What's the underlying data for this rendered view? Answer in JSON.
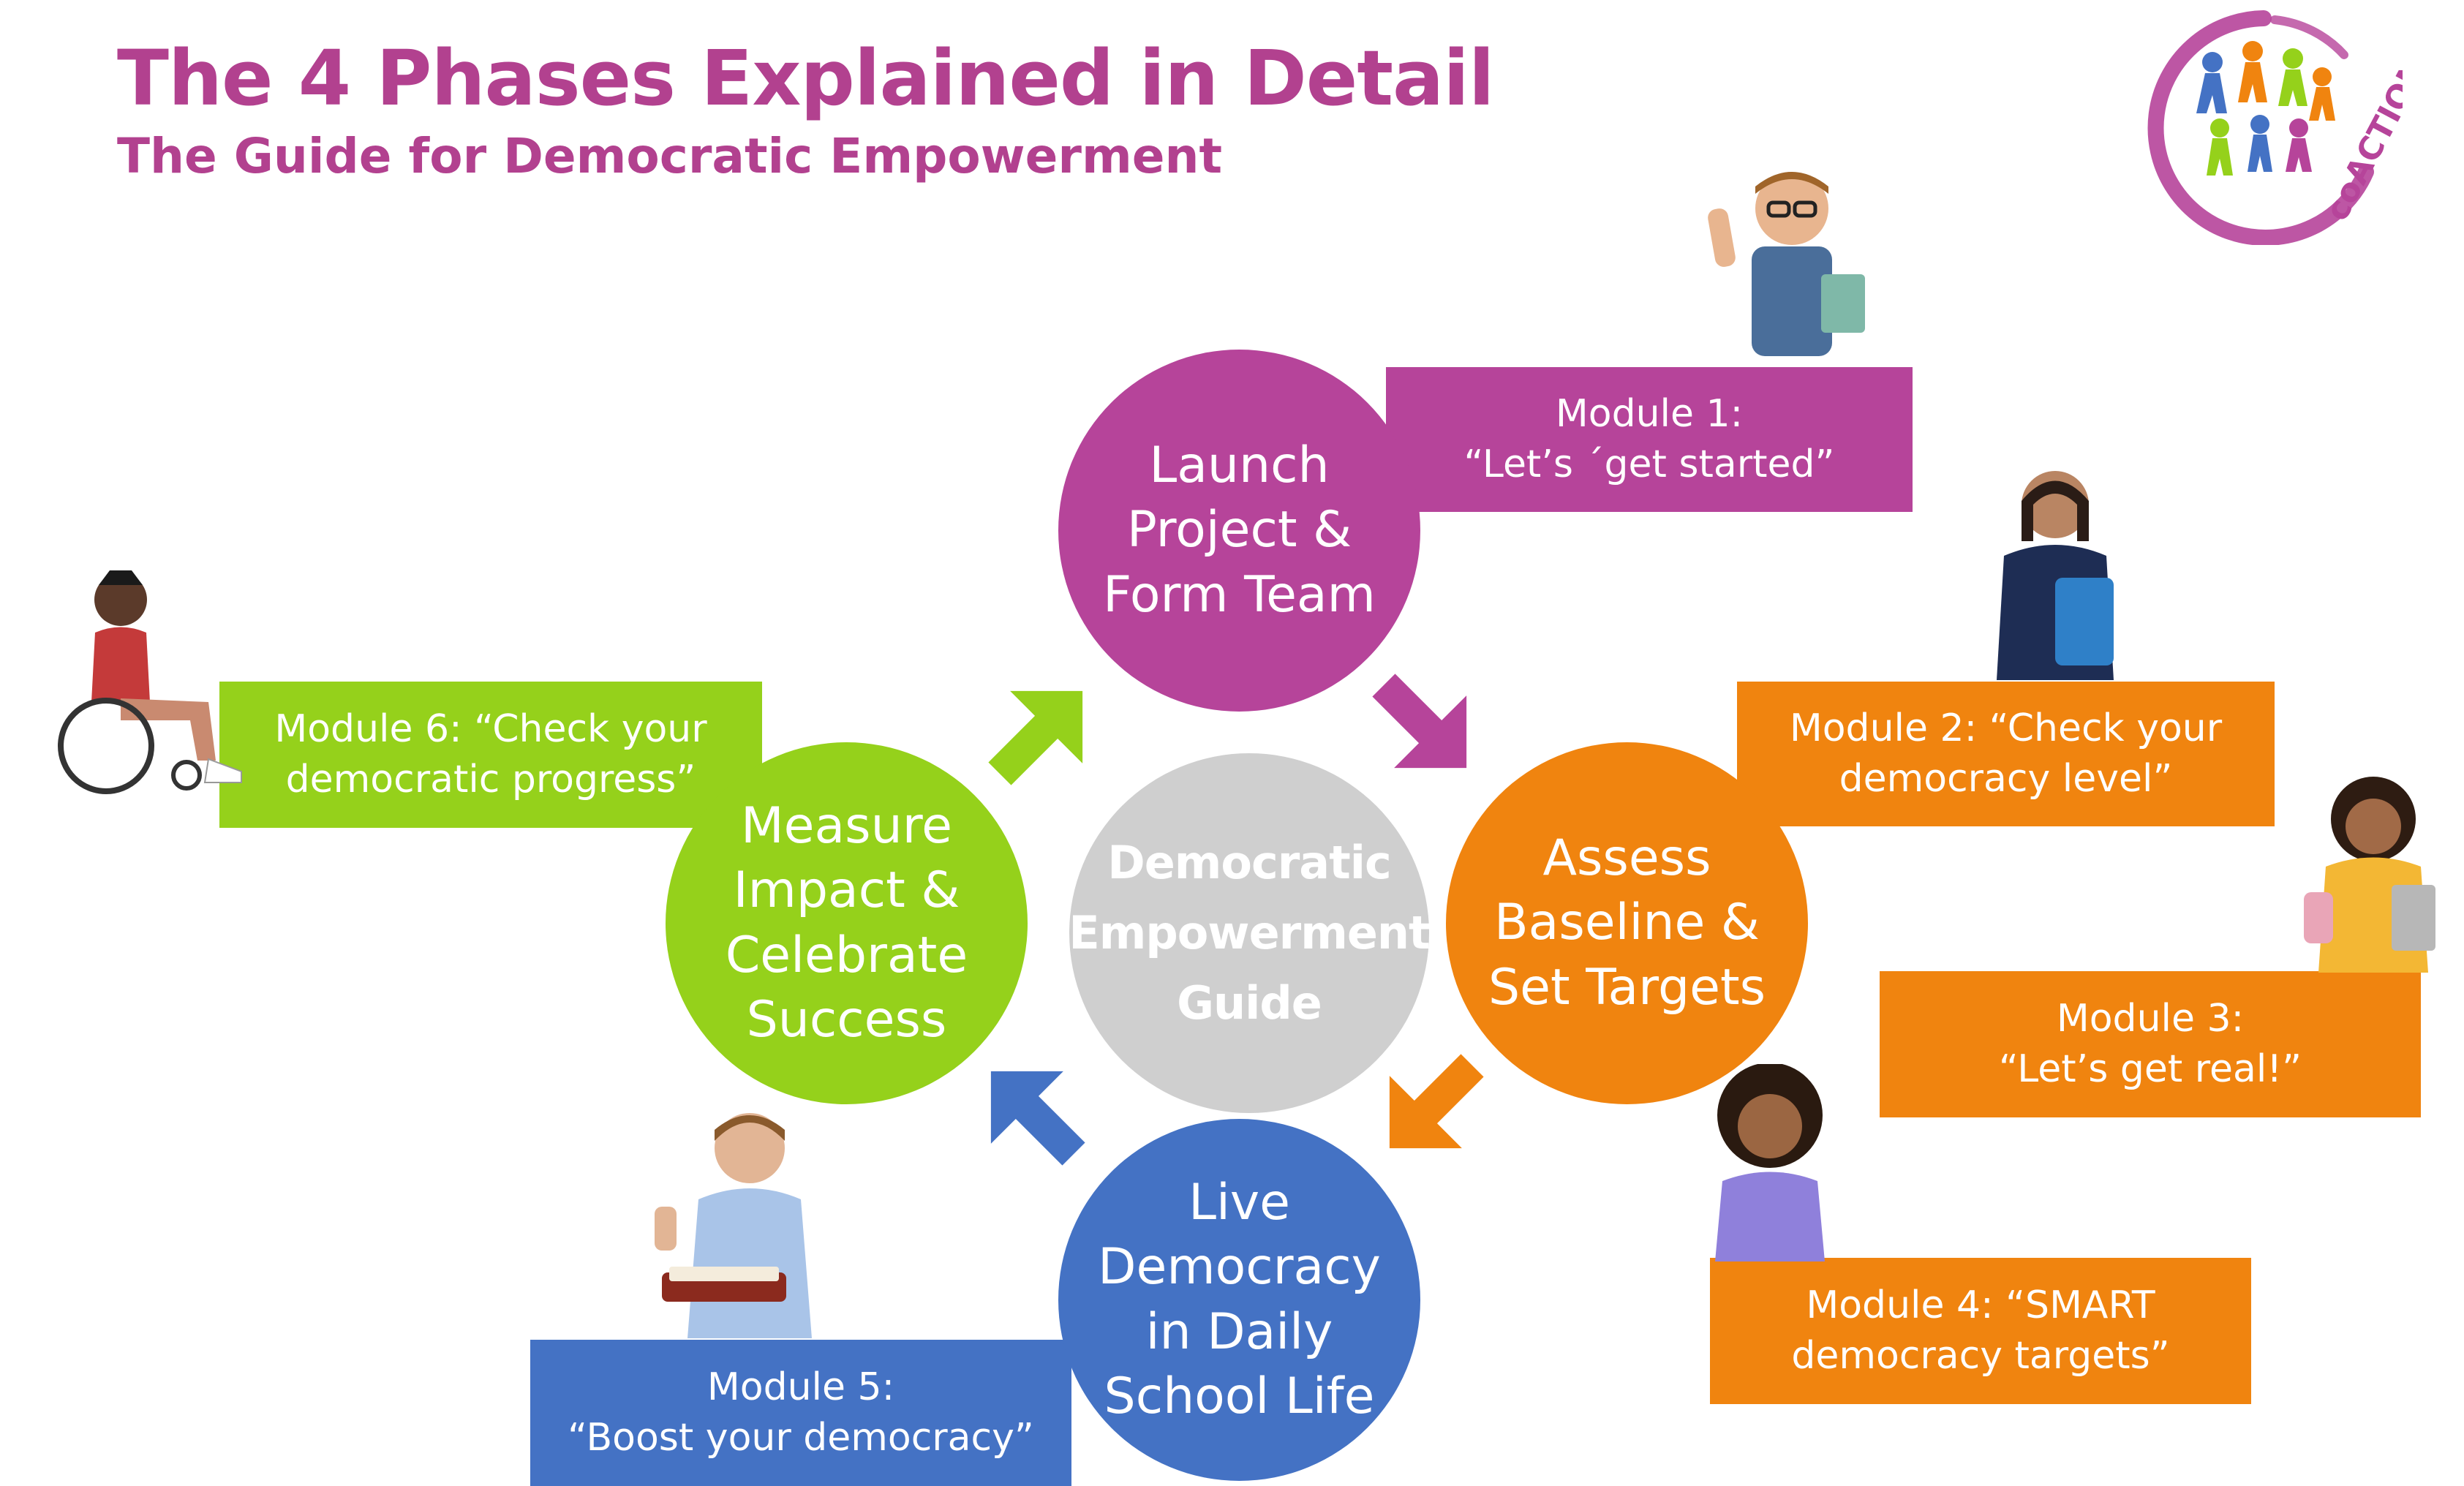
{
  "header": {
    "title": "The 4 Phases Explained in Detail",
    "subtitle": "The Guide for Democratic Empowerment"
  },
  "colors": {
    "title": "#b2418f",
    "purple": "#b6449a",
    "orange": "#f0840f",
    "blue": "#4472c4",
    "green": "#95d11b",
    "center": "#cfcfcf"
  },
  "center": {
    "label": "Democratic\nEmpowerment\nGuide"
  },
  "phases": {
    "launch": "Launch\nProject &\nForm Team",
    "assess": "Assess\nBaseline &\nSet Targets",
    "live": "Live\nDemocracy\nin Daily\nSchool Life",
    "measure": "Measure\nImpact &\nCelebrate\nSuccess"
  },
  "modules": {
    "m1": "Module 1:\n“Let’s ´get started”",
    "m2": "Module 2: “Check your\ndemocracy level”",
    "m3": "Module 3:\n“Let’s get real!”",
    "m4": "Module 4: “SMART\ndemocracy targets”",
    "m5": "Module 5:\n“Boost your democracy”",
    "m6": "Module 6: “Check your\ndemocratic progress”"
  },
  "logo": {
    "text": "coACTION"
  },
  "icons": {
    "arrows": "arrow-icon",
    "people": "person-icon"
  }
}
